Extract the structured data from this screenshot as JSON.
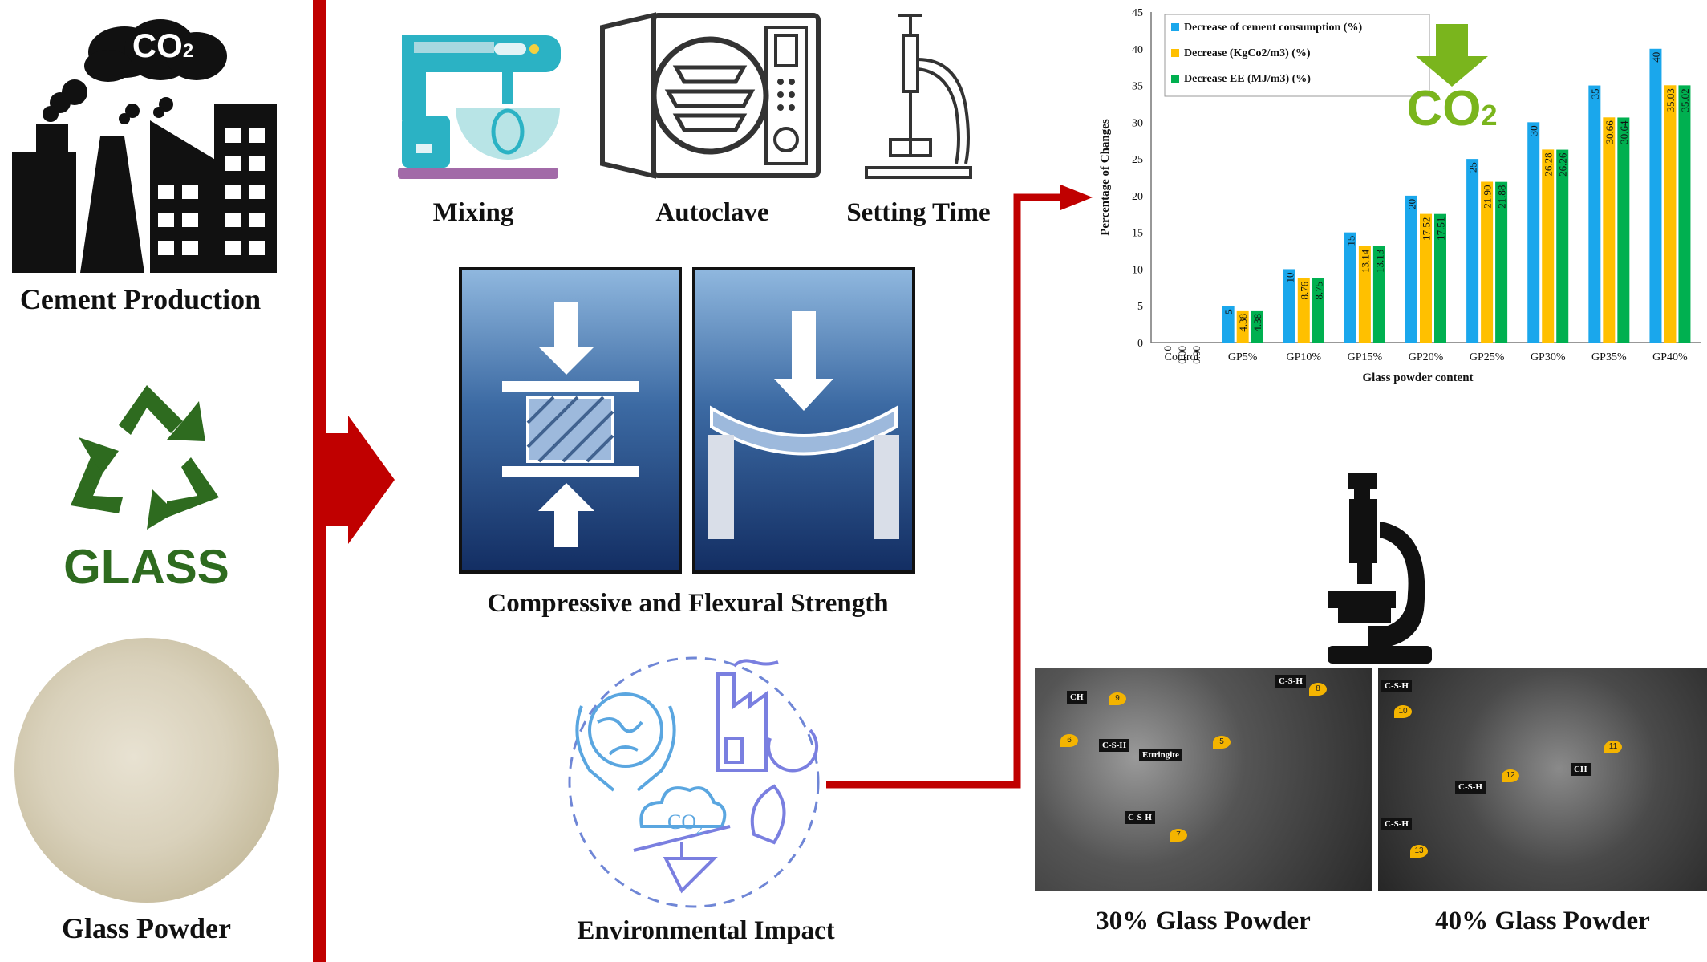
{
  "labels": {
    "cement_production": "Cement Production",
    "glass": "GLASS",
    "glass_powder": "Glass Powder",
    "co2_cloud": "CO",
    "co2_cloud_sub": "2",
    "mixing": "Mixing",
    "autoclave": "Autoclave",
    "setting_time": "Setting Time",
    "strength": "Compressive and Flexural Strength",
    "environmental": "Environmental Impact",
    "env_co2": "CO",
    "env_co2_sub": "2",
    "sem_30": "30% Glass Powder",
    "sem_40": "40% Glass Powder",
    "chart_co2": "CO",
    "chart_co2_sub": "2"
  },
  "sem_tags": {
    "left": [
      "CH",
      "C-S-H",
      "C-S-H",
      "Ettringite",
      "C-S-H"
    ],
    "left_pins": [
      "9",
      "8",
      "6",
      "5",
      "7"
    ],
    "right": [
      "C-S-H",
      "CH",
      "C-S-H",
      "C-S-H"
    ],
    "right_pins": [
      "10",
      "11",
      "12",
      "13"
    ]
  },
  "colors": {
    "red_line": "#c00000",
    "glass_green": "#2e6b1f",
    "series_blue": "#1aa7ec",
    "series_yellow": "#ffc000",
    "series_green": "#00b050",
    "co2_green": "#7ab51d"
  },
  "chart_data": {
    "type": "bar",
    "categories": [
      "Control",
      "GP5%",
      "GP10%",
      "GP15%",
      "GP20%",
      "GP25%",
      "GP30%",
      "GP35%",
      "GP40%"
    ],
    "series": [
      {
        "name": "Decrease of cement consumption (%)",
        "values": [
          0,
          5,
          10,
          15,
          20,
          25,
          30,
          35,
          40
        ],
        "labels": [
          "0",
          "5",
          "10",
          "15",
          "20",
          "25",
          "30",
          "35",
          "40"
        ]
      },
      {
        "name": "Decrease (KgCo2/m3) (%)",
        "values": [
          0.0,
          4.38,
          8.76,
          13.14,
          17.52,
          21.9,
          26.28,
          30.66,
          35.03
        ],
        "labels": [
          "0.00",
          "4.38",
          "8.76",
          "13.14",
          "17.52",
          "21.90",
          "26.28",
          "30.66",
          "35.03"
        ]
      },
      {
        "name": "Decrease EE (MJ/m3) (%)",
        "values": [
          0.0,
          4.38,
          8.75,
          13.13,
          17.51,
          21.88,
          26.26,
          30.64,
          35.02
        ],
        "labels": [
          "0.00",
          "4.38",
          "8.75",
          "13.13",
          "17.51",
          "21.88",
          "26.26",
          "30.64",
          "35.02"
        ]
      }
    ],
    "xlabel": "Glass powder content",
    "ylabel": "Percentage of Changes",
    "ylim": [
      0,
      45
    ],
    "yticks": [
      "0",
      "5",
      "10",
      "15",
      "20",
      "25",
      "30",
      "35",
      "40",
      "45"
    ],
    "legend_position": "top-left",
    "grid": false
  }
}
